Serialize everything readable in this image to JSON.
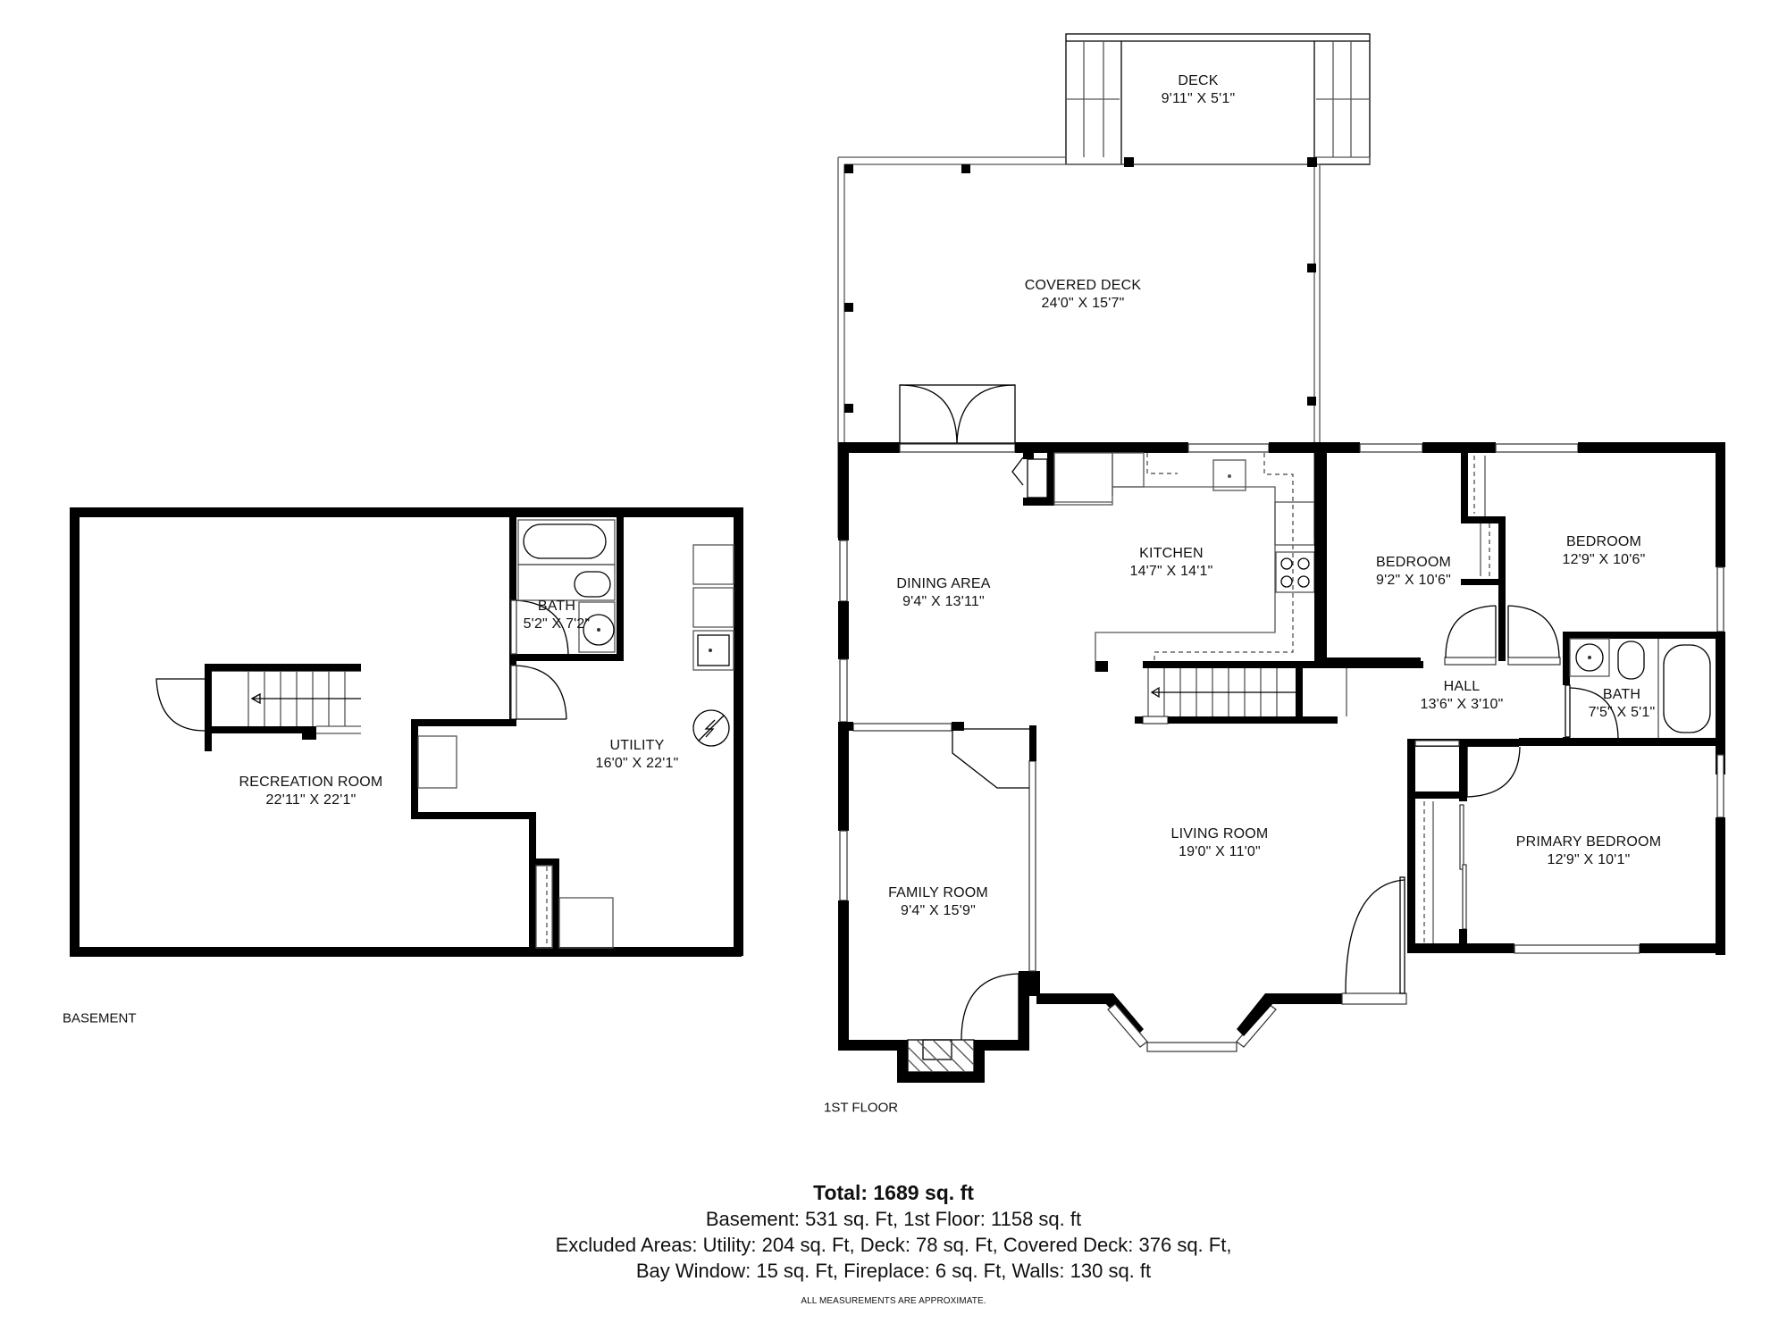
{
  "floors": {
    "basement": {
      "label": "BASEMENT",
      "rooms": [
        {
          "name": "RECREATION ROOM",
          "dims": "22'11\" X 22'1\""
        },
        {
          "name": "BATH",
          "dims": "5'2\" X 7'2\""
        },
        {
          "name": "UTILITY",
          "dims": "16'0\" X 22'1\""
        }
      ]
    },
    "first": {
      "label": "1ST FLOOR",
      "rooms": [
        {
          "name": "DECK",
          "dims": "9'11\" X 5'1\""
        },
        {
          "name": "COVERED DECK",
          "dims": "24'0\" X 15'7\""
        },
        {
          "name": "DINING AREA",
          "dims": "9'4\" X 13'11\""
        },
        {
          "name": "KITCHEN",
          "dims": "14'7\" X 14'1\""
        },
        {
          "name": "BEDROOM",
          "dims": "9'2\" X 10'6\""
        },
        {
          "name": "BEDROOM",
          "dims": "12'9\" X 10'6\""
        },
        {
          "name": "HALL",
          "dims": "13'6\" X 3'10\""
        },
        {
          "name": "BATH",
          "dims": "7'5\" X 5'1\""
        },
        {
          "name": "LIVING ROOM",
          "dims": "19'0\" X 11'0\""
        },
        {
          "name": "FAMILY ROOM",
          "dims": "9'4\" X 15'9\""
        },
        {
          "name": "PRIMARY BEDROOM",
          "dims": "12'9\" X 10'1\""
        }
      ]
    }
  },
  "summary": {
    "total": "Total: 1689 sq. ft",
    "breakdown": "Basement: 531 sq. Ft, 1st Floor: 1158 sq. ft",
    "excluded_line1": "Excluded Areas: Utility: 204 sq. Ft, Deck: 78 sq. Ft, Covered Deck: 376 sq. Ft,",
    "excluded_line2": "Bay Window: 15 sq. Ft, Fireplace: 6 sq. Ft, Walls: 130 sq. ft",
    "disclaimer": "ALL MEASUREMENTS ARE APPROXIMATE."
  },
  "colors": {
    "wall": "#000000",
    "background": "#ffffff",
    "text": "#111111"
  }
}
